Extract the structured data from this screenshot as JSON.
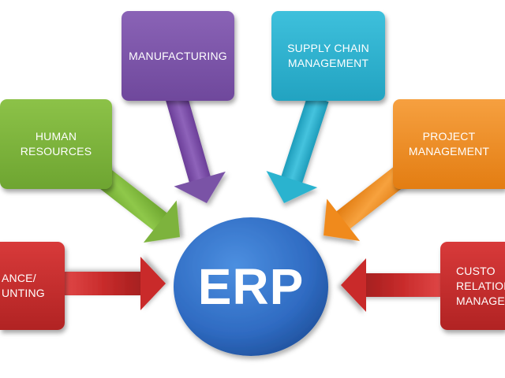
{
  "hub": {
    "label": "ERP",
    "color": "#2F6BC2"
  },
  "modules": {
    "manufacturing": {
      "line1": "MANUFACTURING",
      "line2": "",
      "color": "#7A52A6"
    },
    "supply_chain": {
      "line1": "SUPPLY CHAIN",
      "line2": "MANAGEMENT",
      "color": "#2BB3CF"
    },
    "human_resources": {
      "line1": "HUMAN",
      "line2": "RESOURCES",
      "color": "#7DB33C"
    },
    "project_management": {
      "line1": "PROJECT",
      "line2": "MANAGEMENT",
      "color": "#F08A1E"
    },
    "finance_accounting": {
      "line1": "ANCE/",
      "line2": "UNTING",
      "color": "#C92C2C"
    },
    "crm": {
      "line1": "CUSTO",
      "line2": "RELATION",
      "line3": "MANAGE",
      "color": "#C92C2C"
    }
  }
}
